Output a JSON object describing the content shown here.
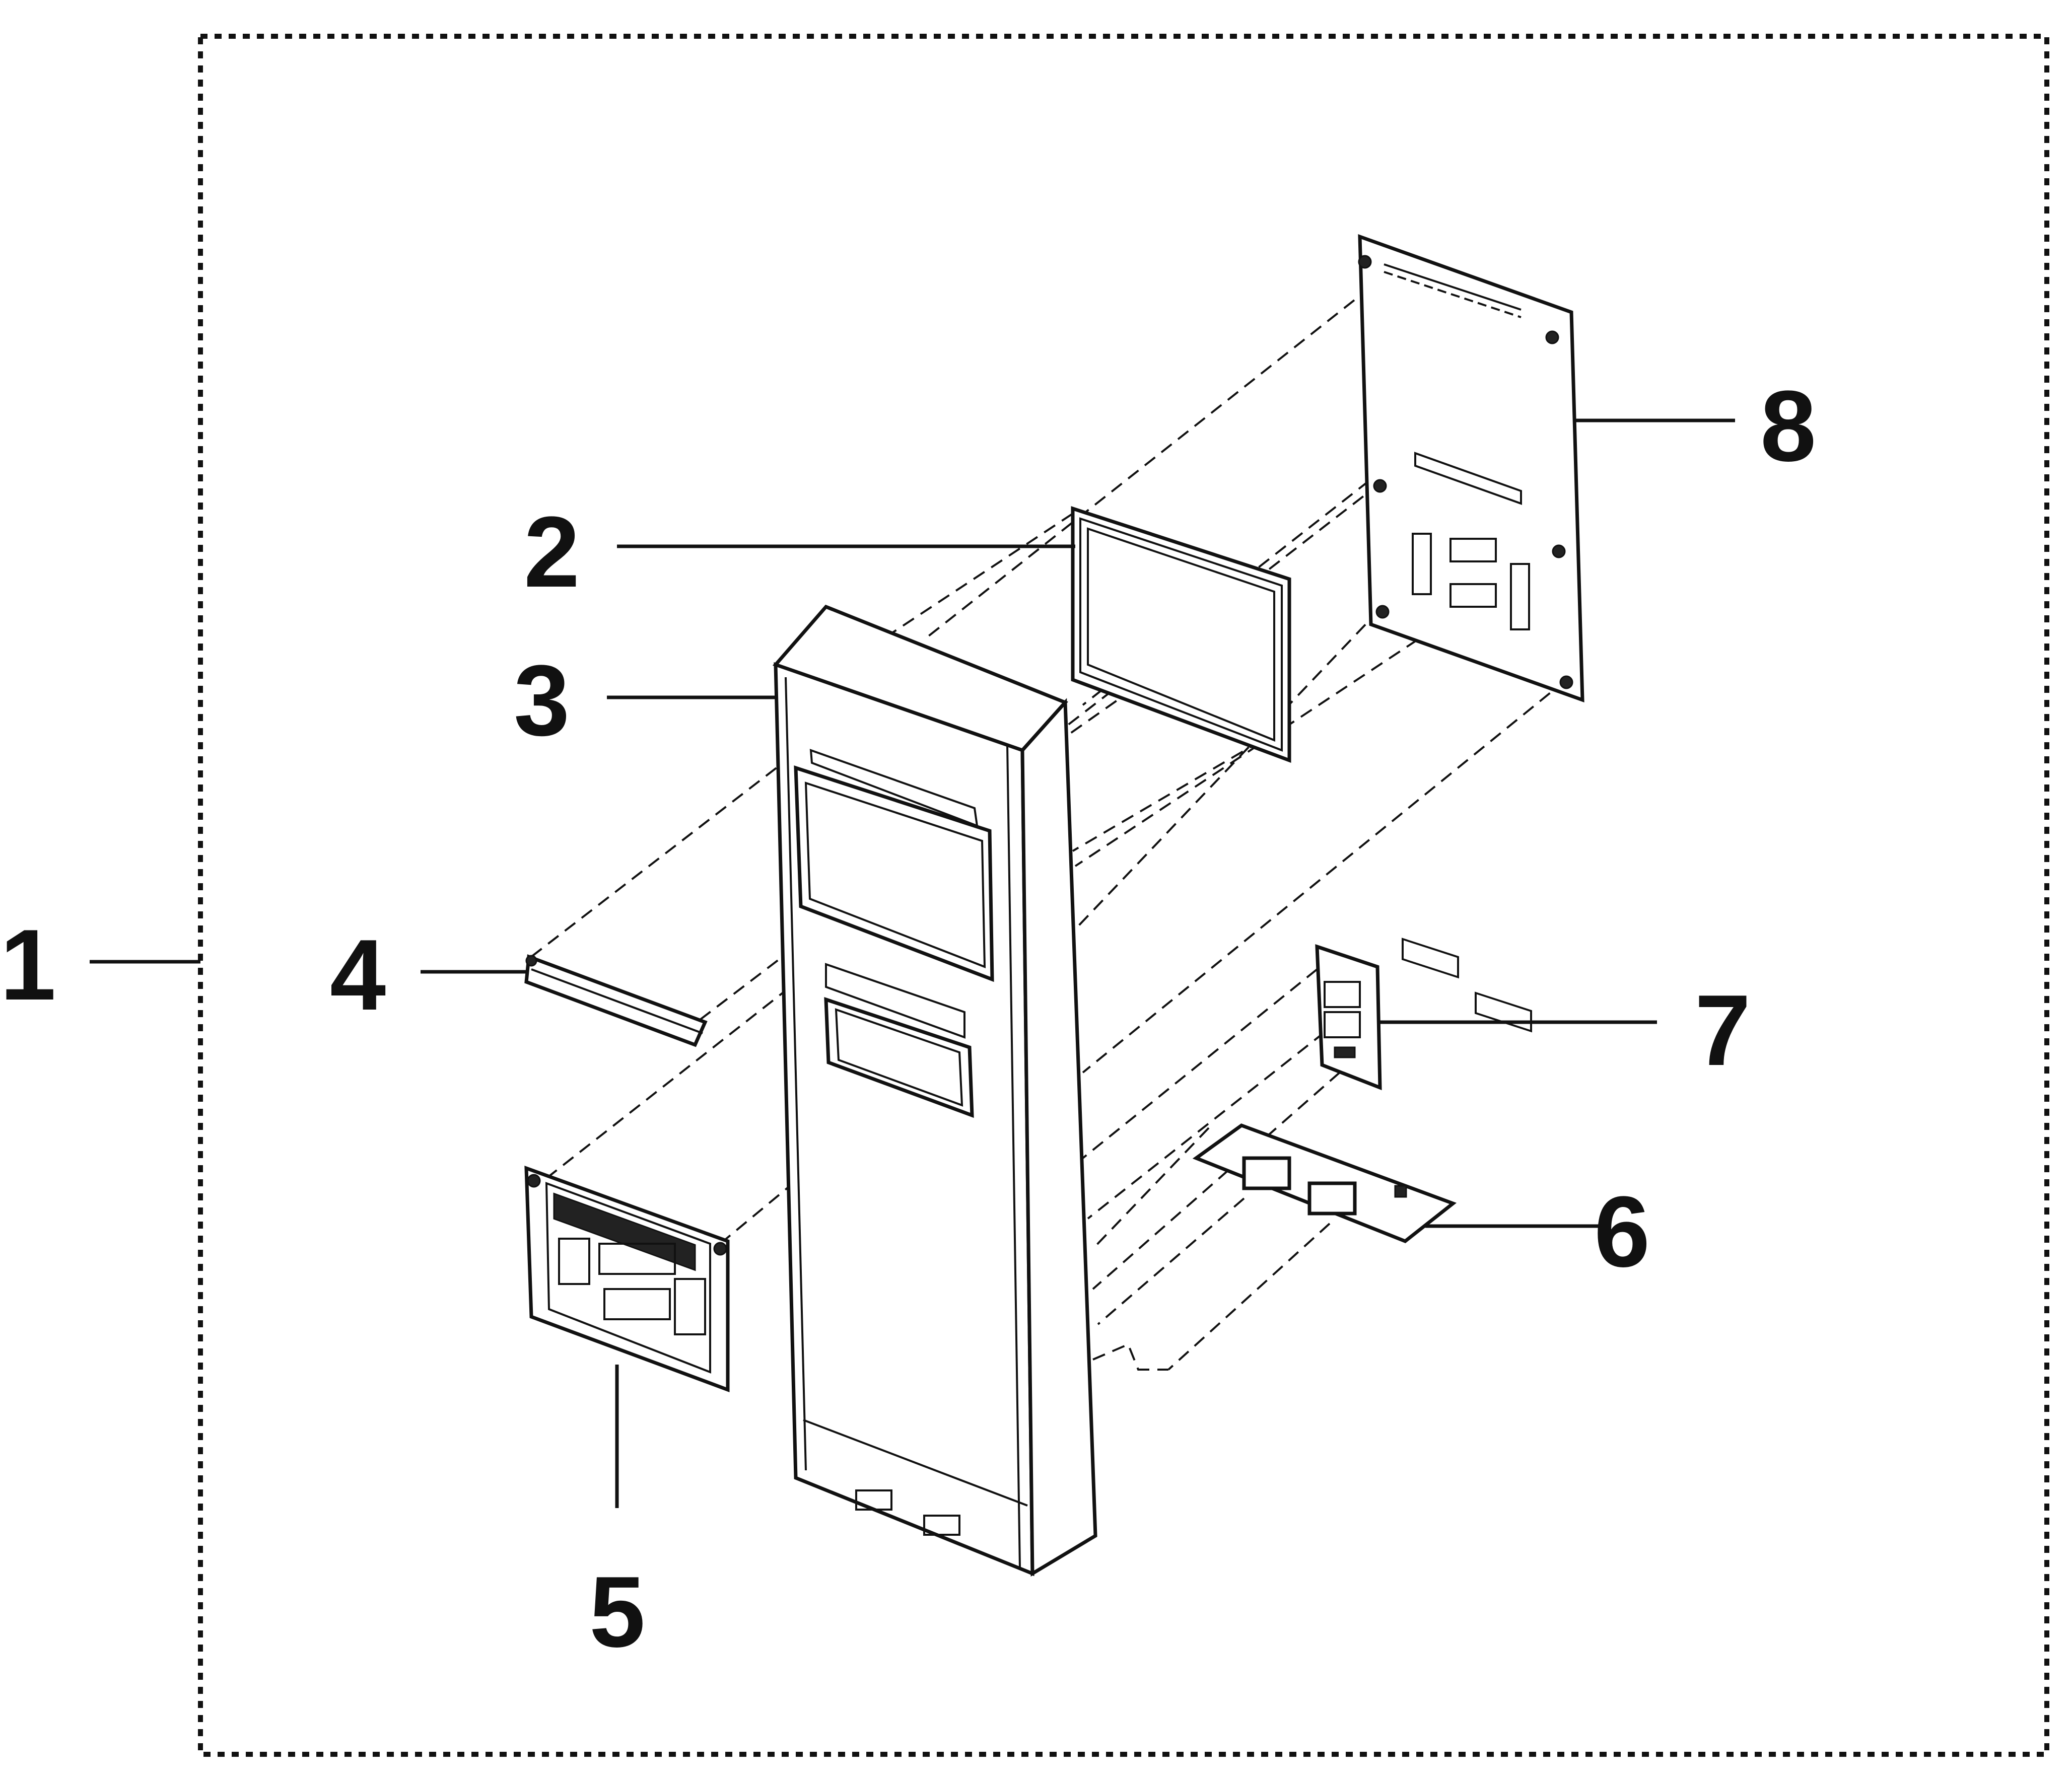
{
  "diagram": {
    "type": "exploded-parts-diagram",
    "callouts": [
      {
        "id": "1",
        "label": "1"
      },
      {
        "id": "2",
        "label": "2"
      },
      {
        "id": "3",
        "label": "3"
      },
      {
        "id": "4",
        "label": "4"
      },
      {
        "id": "5",
        "label": "5"
      },
      {
        "id": "6",
        "label": "6"
      },
      {
        "id": "7",
        "label": "7"
      },
      {
        "id": "8",
        "label": "8"
      }
    ],
    "colors": {
      "line": "#111111",
      "background": "#ffffff"
    }
  }
}
